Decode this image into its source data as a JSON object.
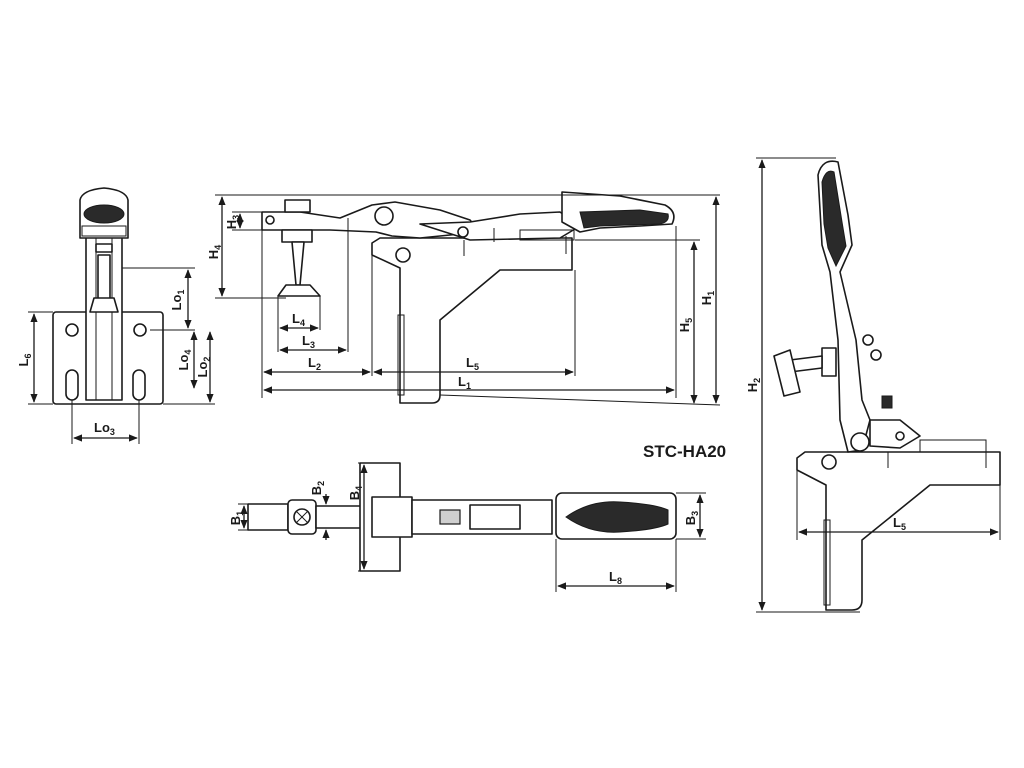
{
  "model": "STC-HA20",
  "dims": {
    "L1": {
      "main": "L",
      "sub": "1"
    },
    "L2": {
      "main": "L",
      "sub": "2"
    },
    "L3": {
      "main": "L",
      "sub": "3"
    },
    "L4": {
      "main": "L",
      "sub": "4"
    },
    "L5": {
      "main": "L",
      "sub": "5"
    },
    "L5b": {
      "main": "L",
      "sub": "5"
    },
    "L6": {
      "main": "L",
      "sub": "6"
    },
    "L8": {
      "main": "L",
      "sub": "8"
    },
    "H1": {
      "main": "H",
      "sub": "1"
    },
    "H2": {
      "main": "H",
      "sub": "2"
    },
    "H3": {
      "main": "H",
      "sub": "3"
    },
    "H4": {
      "main": "H",
      "sub": "4"
    },
    "H5": {
      "main": "H",
      "sub": "5"
    },
    "B1": {
      "main": "B",
      "sub": "1"
    },
    "B2": {
      "main": "B",
      "sub": "2"
    },
    "B3": {
      "main": "B",
      "sub": "3"
    },
    "B4": {
      "main": "B",
      "sub": "4"
    },
    "Lo1": {
      "main": "Lo",
      "sub": "1"
    },
    "Lo2": {
      "main": "Lo",
      "sub": "2"
    },
    "Lo3": {
      "main": "Lo",
      "sub": "3"
    },
    "Lo4": {
      "main": "Lo",
      "sub": "4"
    }
  }
}
